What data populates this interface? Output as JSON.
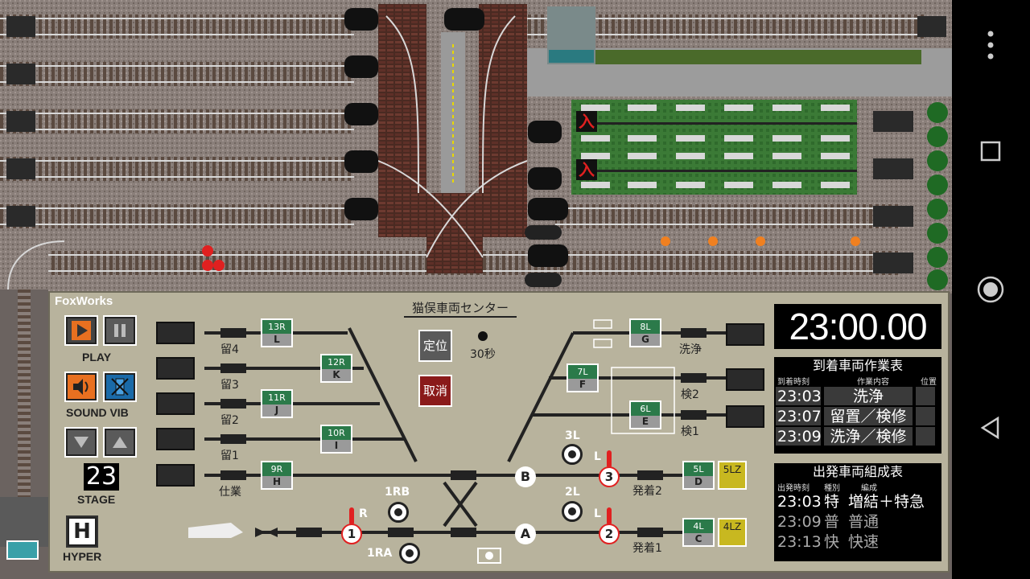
{
  "brand": "FoxWorks",
  "center_name": "猫俣車両センター",
  "clock": "23:00.00",
  "controls": {
    "play_label": "PLAY",
    "sound_vib_label": "SOUND VIB",
    "stage_label": "STAGE",
    "stage_number": "23",
    "hyper_label": "HYPER",
    "hyper_glyph": "H"
  },
  "buttons": {
    "teii_label": "定位",
    "torikeshi_label": "取消",
    "timer_label": "30秒"
  },
  "tracks_left": [
    {
      "label": "留4",
      "btn_top": "13R",
      "btn_bot": "L"
    },
    {
      "label": "留3",
      "btn_top": "12R",
      "btn_bot": "K"
    },
    {
      "label": "留2",
      "btn_top": "11R",
      "btn_bot": "J"
    },
    {
      "label": "留1",
      "btn_top": "10R",
      "btn_bot": "I"
    },
    {
      "label": "仕業",
      "btn_top": "9R",
      "btn_bot": "H"
    }
  ],
  "tracks_right": [
    {
      "label": "洗浄",
      "btn_top": "8L",
      "btn_bot": "G"
    },
    {
      "label": "検2",
      "btn_top": "7L",
      "btn_bot": "F"
    },
    {
      "label": "検1",
      "btn_top": "6L",
      "btn_bot": "E"
    }
  ],
  "departures": [
    {
      "label": "発着2",
      "btn_top": "5L",
      "btn_bot": "D",
      "lz": "5LZ"
    },
    {
      "label": "発着1",
      "btn_top": "4L",
      "btn_bot": "C",
      "lz": "4LZ"
    }
  ],
  "signals": {
    "sig1": "1",
    "sig2": "2",
    "sig3": "3",
    "r_mark": "R",
    "l_mark": "L",
    "point_a": "A",
    "point_b": "B",
    "rb": "1RB",
    "ra": "1RA",
    "l2": "2L",
    "l3": "3L"
  },
  "arrival_table": {
    "title": "到着車両作業表",
    "headers": [
      "到着時刻",
      "作業内容",
      "位置"
    ],
    "rows": [
      {
        "time": "23:03",
        "task": "洗浄"
      },
      {
        "time": "23:07",
        "task": "留置／検修"
      },
      {
        "time": "23:09",
        "task": "洗浄／検修"
      }
    ]
  },
  "departure_table": {
    "title": "出発車両組成表",
    "headers": [
      "出発時刻",
      "種別",
      "編成"
    ],
    "rows": [
      {
        "time": "23:03",
        "kind": "特",
        "formation": "増結＋特急"
      },
      {
        "time": "23:09",
        "kind": "普",
        "formation": "普通"
      },
      {
        "time": "23:13",
        "kind": "快",
        "formation": "快速"
      }
    ]
  },
  "yard_signs": [
    "入",
    "入"
  ],
  "colors": {
    "panel": "#b8b39d",
    "route_green": "#2b7a4a",
    "signal_red": "#e02020",
    "lz_yellow": "#c8b820"
  }
}
